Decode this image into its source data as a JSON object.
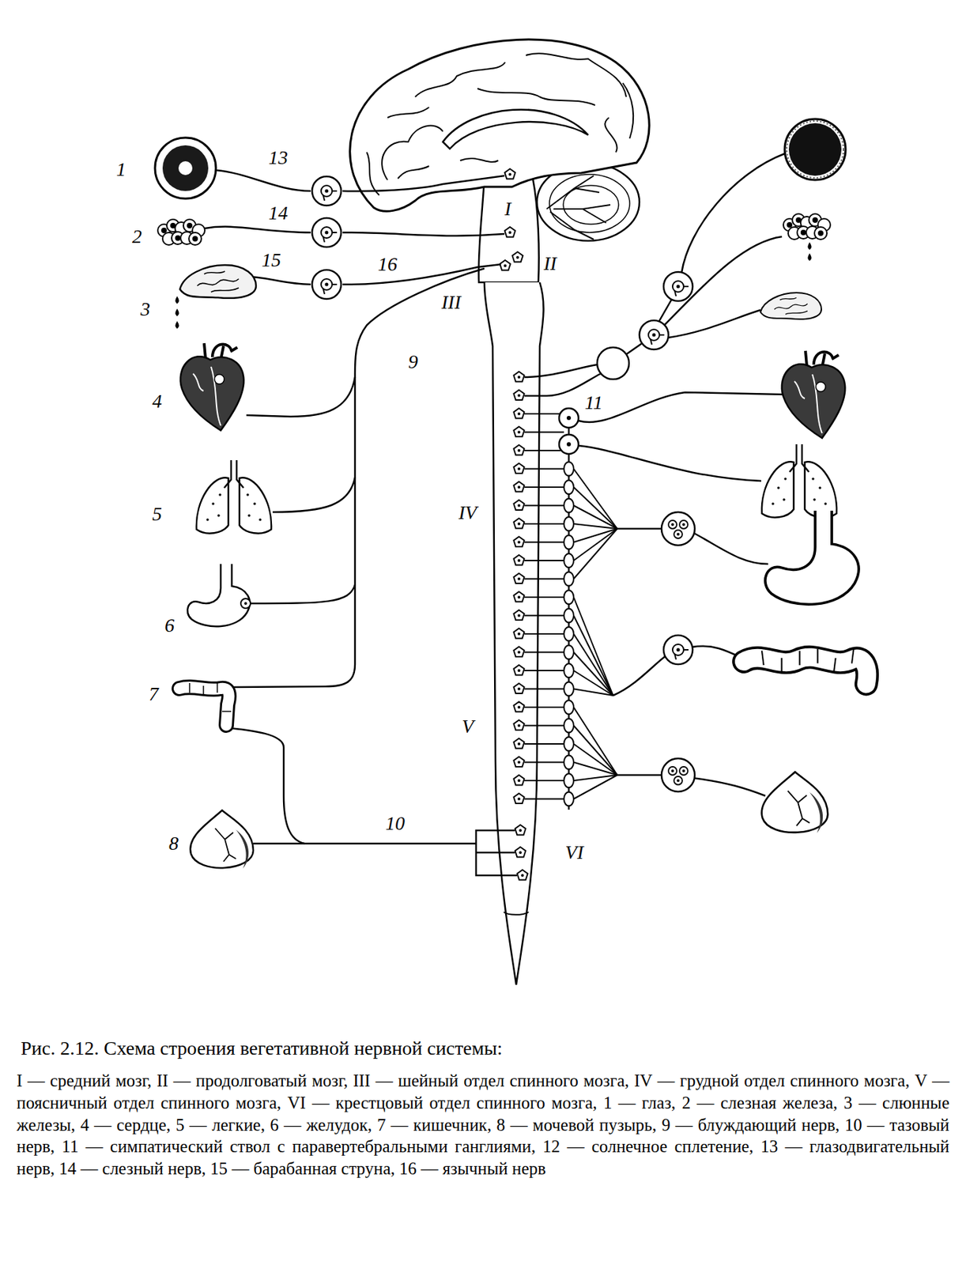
{
  "diagram": {
    "title": "Рис. 2.12. Схема строения вегетативной нервной системы:",
    "caption": "I — средний мозг, II — продолговатый мозг, III — шейный отдел спинного мозга, IV — грудной отдел спинного мозга, V — поясничный отдел спинного мозга, VI — крестцовый отдел спинного мозга, 1 — глаз, 2 — слезная железа, 3 — слюнные железы, 4 — сердце, 5 — легкие, 6 — желудок, 7 — кишечник, 8 — мочевой пузырь, 9 — блуждающий нерв, 10 — тазовый нерв, 11 — симпатический ствол с паравертебральными ганглиями, 12 — солнечное сплетение, 13 — глазодвигательный нерв, 14 — слезный нерв, 15 — барабанная струна, 16 — язычный нерв",
    "labels": [
      "I",
      "II",
      "III",
      "IV",
      "V",
      "VI",
      "1",
      "2",
      "3",
      "4",
      "5",
      "6",
      "7",
      "8",
      "9",
      "10",
      "11",
      "13",
      "14",
      "15",
      "16"
    ]
  }
}
